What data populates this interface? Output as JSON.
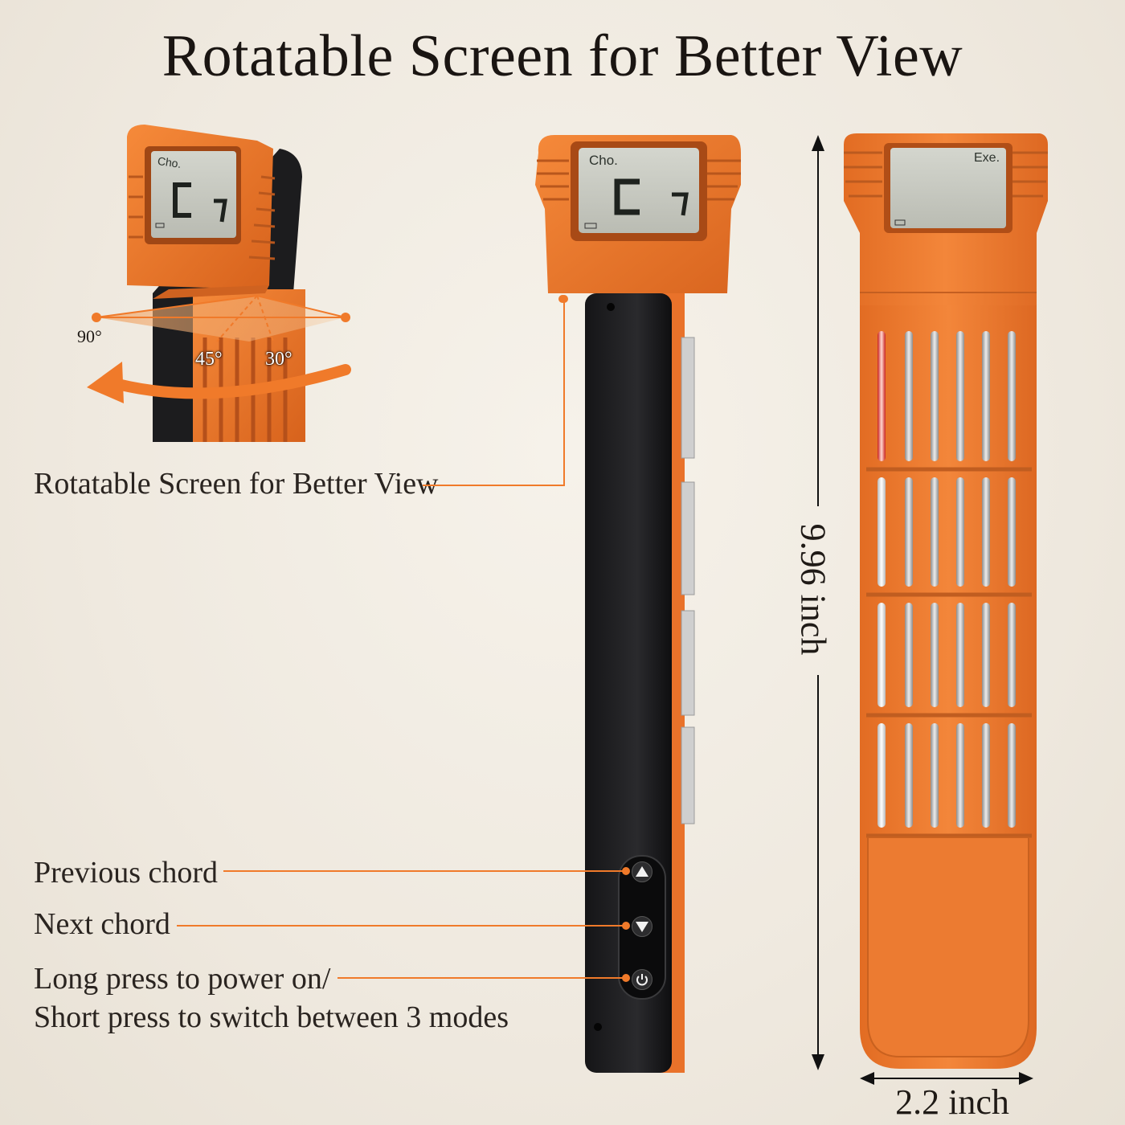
{
  "headline": "Rotatable Screen for Better View",
  "colors": {
    "accent_orange": "#f07a2a",
    "device_black": "#1c1c1e",
    "lcd_screen": "#c9cbc3",
    "led_red": "#e3342f",
    "background": "#f3efe7"
  },
  "rotation_detail": {
    "angle_90": "90°",
    "angle_45": "45°",
    "angle_30": "30°",
    "lcd_mode": "Cho.",
    "lcd_chord": "C",
    "lcd_suffix": "7"
  },
  "side_view": {
    "lcd_mode": "Cho.",
    "lcd_chord": "C",
    "lcd_suffix": "7"
  },
  "front_view": {
    "lcd_mode": "Exe."
  },
  "dimensions": {
    "height": "9.96 inch",
    "width": "2.2 inch"
  },
  "callouts": {
    "rotatable": "Rotatable Screen for Better View",
    "previous": "Previous chord",
    "next": "Next chord",
    "power_line1": "Long press to power on/",
    "power_line2": "Short press to switch between 3 modes"
  },
  "icons": {
    "up": "arrow-up-icon",
    "down": "arrow-down-icon",
    "power": "power-icon",
    "battery": "battery-icon"
  }
}
